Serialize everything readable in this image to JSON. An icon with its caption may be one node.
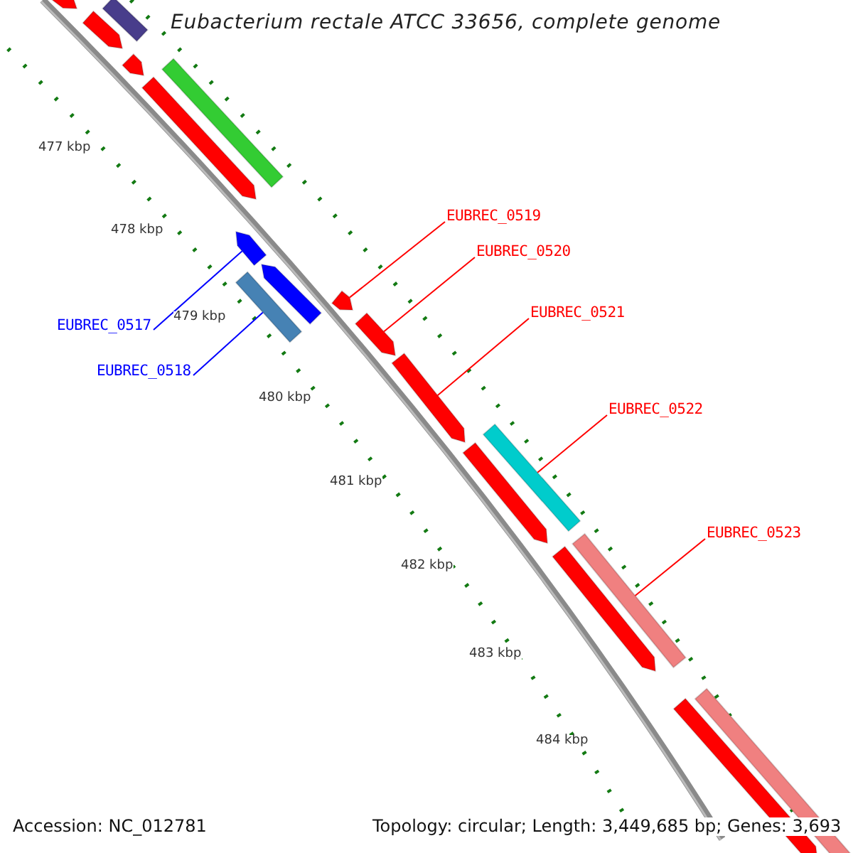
{
  "diagram": {
    "title": "Eubacterium rectale ATCC 33656, complete genome",
    "nodes": [
      {
        "text": [
          "EUBREC_0517"
        ]
      },
      {
        "text": [
          "EUBREC_0518"
        ]
      },
      {
        "text": [
          "EUBREC_0519"
        ]
      },
      {
        "text": [
          "EUBREC_0520"
        ]
      },
      {
        "text": [
          "EUBREC_0521"
        ]
      },
      {
        "text": [
          "EUBREC_0522"
        ]
      },
      {
        "text": [
          "EUBREC_0523"
        ]
      },
      {
        "text": [],
        "shape": "bar"
      },
      {
        "text": [],
        "shape": "bar"
      },
      {
        "text": [],
        "shape": "bar"
      },
      {
        "text": [],
        "shape": "bar"
      },
      {
        "text": [],
        "shape": "bar"
      },
      {
        "text": [],
        "shape": "bar"
      },
      {
        "text": [],
        "shape": "bar"
      },
      {
        "text": [],
        "shape": "bar"
      },
      {
        "text": [],
        "shape": "bar"
      },
      {
        "text": [],
        "shape": "bar"
      },
      {
        "text": [],
        "shape": "bar"
      },
      {
        "text": [],
        "shape": "bar"
      },
      {
        "text": [],
        "shape": "bar"
      },
      {
        "text": [],
        "shape": "bar"
      },
      {
        "text": [],
        "shape": "bar"
      },
      {
        "text": [],
        "shape": "bar"
      },
      {
        "text": [],
        "shape": "bar"
      },
      {
        "text": [],
        "shape": "bar"
      }
    ],
    "edges": [
      {
        "from": 0,
        "to": 13,
        "arrow": "none",
        "color": "#0000ff"
      },
      {
        "from": 1,
        "to": 15,
        "arrow": "none",
        "color": "#0000ff"
      },
      {
        "from": 2,
        "to": 16,
        "arrow": "none"
      },
      {
        "from": 3,
        "to": 17,
        "arrow": "none"
      },
      {
        "from": 4,
        "to": 18,
        "arrow": "none"
      },
      {
        "from": 5,
        "to": 19,
        "arrow": "none"
      },
      {
        "from": 6,
        "to": 21,
        "arrow": "none"
      }
    ],
    "labels": [
      "477 kbp",
      "478 kbp",
      "479 kbp",
      "480 kbp",
      "481 kbp",
      "482 kbp",
      "483 kbp",
      "484 kbp",
      "Accession: NC_012781",
      "Topology: circular; Length: 3,449,685 bp; Genes: 3,693"
    ]
  }
}
